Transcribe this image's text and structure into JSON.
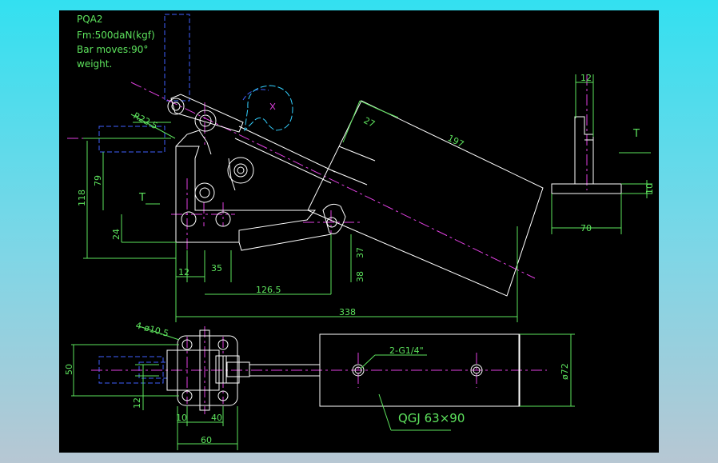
{
  "notes": {
    "model": "PQA2",
    "force": "Fm:500daN(kgf)",
    "bar": "Bar moves:90°",
    "weight": "weight."
  },
  "dims": {
    "r": "R22.5",
    "d27": "27",
    "d197": "197",
    "d118": "118",
    "d79": "79",
    "d24": "24",
    "d12a": "12",
    "d35": "35",
    "d126": "126.5",
    "d338": "338",
    "d37": "37",
    "d38": "38",
    "t1": "T",
    "t2": "T",
    "s12": "12",
    "s10": "10",
    "s70": "70",
    "holes": "4-ø10.5",
    "port": "2-G1/4\"",
    "d72": "ø72",
    "d50": "50",
    "d12b": "12",
    "d10b": "10",
    "d40": "40",
    "d60": "60",
    "cyl": "QGJ 63×90"
  },
  "colors": {
    "outline": "#ffffff",
    "dimension": "#5de35d",
    "centerline": "#e040e0",
    "hidden": "#4060ff"
  }
}
